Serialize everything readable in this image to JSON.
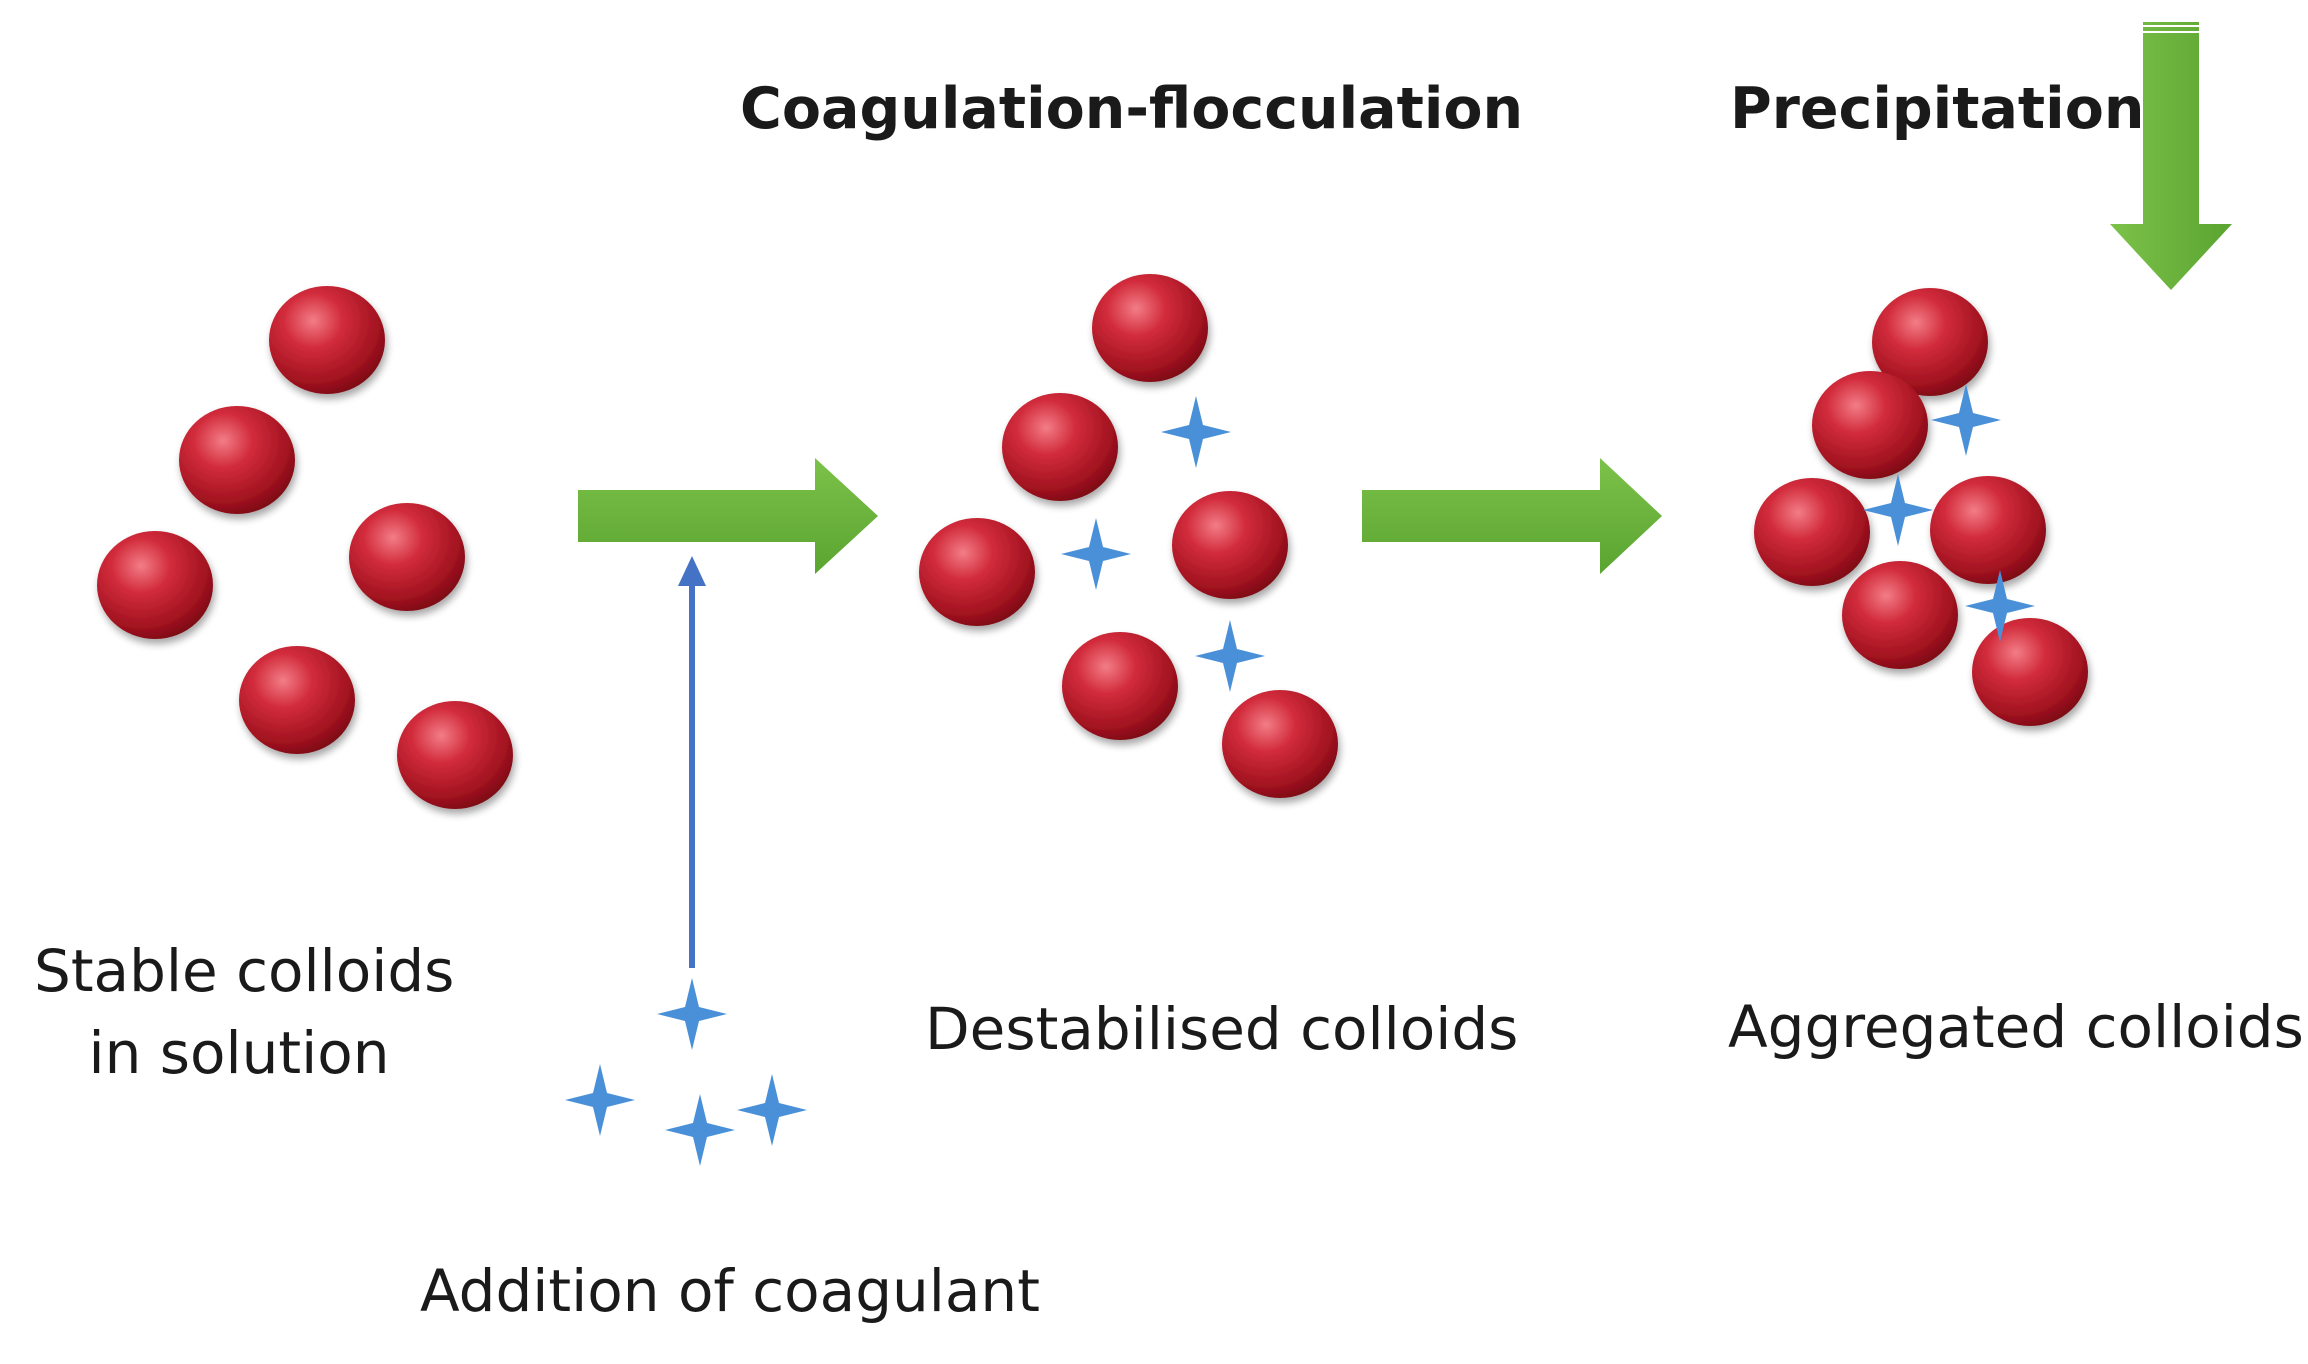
{
  "headings": {
    "coagulation": "Coagulation-flocculation",
    "precipitation": "Precipitation"
  },
  "captions": {
    "stable_line1": "Stable colloids",
    "stable_line2": "in solution",
    "destabilised": "Destabilised colloids",
    "aggregated": "Aggregated colloids",
    "addition": "Addition of coagulant"
  },
  "colors": {
    "particle": "#c0202e",
    "coagulant": "#4a90d9",
    "process_arrow": "#6ab23c",
    "addition_arrow": "#4472c4"
  },
  "icons": {
    "particle": "red-sphere",
    "coagulant": "four-point-star",
    "process_arrow": "green-block-arrow"
  }
}
